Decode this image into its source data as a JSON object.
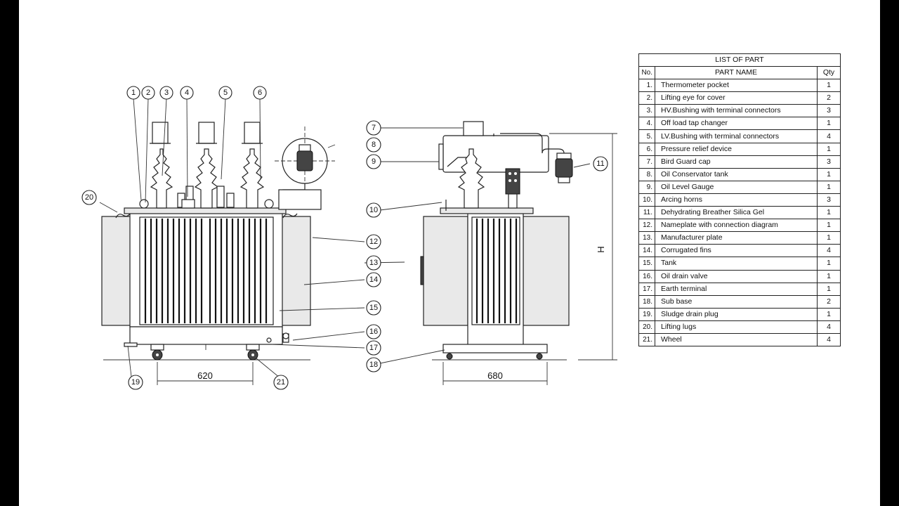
{
  "table": {
    "title": "LIST OF PART",
    "col_no": "No.",
    "col_name": "PART NAME",
    "col_qty": "Qty",
    "rows": [
      {
        "no": "1.",
        "name": "Thermometer pocket",
        "qty": "1"
      },
      {
        "no": "2.",
        "name": "Lifting eye for cover",
        "qty": "2"
      },
      {
        "no": "3.",
        "name": "HV.Bushing with terminal connectors",
        "qty": "3"
      },
      {
        "no": "4.",
        "name": "Off load tap changer",
        "qty": "1"
      },
      {
        "no": "5.",
        "name": "LV.Bushing with terminal connectors",
        "qty": "4"
      },
      {
        "no": "6.",
        "name": "Pressure relief device",
        "qty": "1"
      },
      {
        "no": "7.",
        "name": "Bird Guard cap",
        "qty": "3"
      },
      {
        "no": "8.",
        "name": "Oil Conservator tank",
        "qty": "1"
      },
      {
        "no": "9.",
        "name": "Oil Level Gauge",
        "qty": "1"
      },
      {
        "no": "10.",
        "name": "Arcing horns",
        "qty": "3"
      },
      {
        "no": "11.",
        "name": "Dehydrating Breather Silica Gel",
        "qty": "1"
      },
      {
        "no": "12.",
        "name": "Nameplate with connection diagram",
        "qty": "1"
      },
      {
        "no": "13.",
        "name": "Manufacturer plate",
        "qty": "1"
      },
      {
        "no": "14.",
        "name": "Corrugated fins",
        "qty": "4"
      },
      {
        "no": "15.",
        "name": "Tank",
        "qty": "1"
      },
      {
        "no": "16.",
        "name": "Oil drain valve",
        "qty": "1"
      },
      {
        "no": "17.",
        "name": "Earth terminal",
        "qty": "1"
      },
      {
        "no": "18.",
        "name": "Sub base",
        "qty": "2"
      },
      {
        "no": "19.",
        "name": "Sludge drain plug",
        "qty": "1"
      },
      {
        "no": "20.",
        "name": "Lifting lugs",
        "qty": "4"
      },
      {
        "no": "21.",
        "name": "Wheel",
        "qty": "4"
      }
    ]
  },
  "callouts": [
    "1",
    "2",
    "3",
    "4",
    "5",
    "6",
    "7",
    "8",
    "9",
    "10",
    "11",
    "12",
    "13",
    "14",
    "15",
    "16",
    "17",
    "18",
    "19",
    "20",
    "21"
  ],
  "dimensions": {
    "front_width": "620",
    "side_width": "680",
    "height": "H"
  }
}
